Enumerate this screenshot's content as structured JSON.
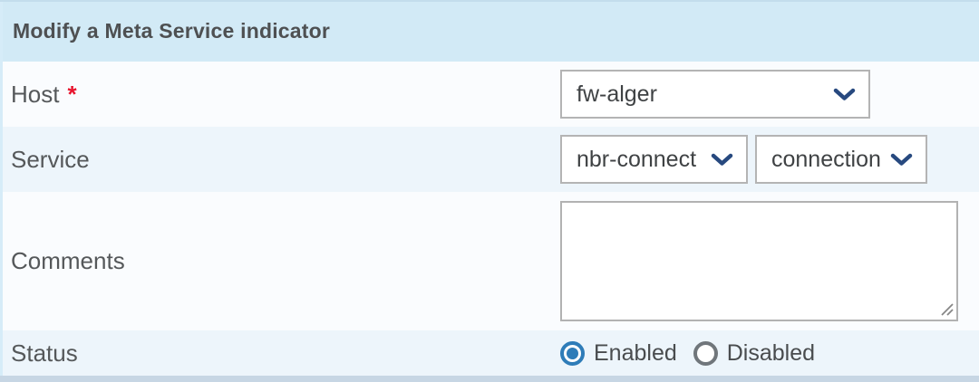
{
  "header": {
    "title": "Modify a Meta Service indicator"
  },
  "form": {
    "host": {
      "label": "Host",
      "required_marker": "*",
      "value": "fw-alger"
    },
    "service": {
      "label": "Service",
      "service_value": "nbr-connect",
      "metric_value": "connection ()"
    },
    "comments": {
      "label": "Comments",
      "value": "",
      "placeholder": ""
    },
    "status": {
      "label": "Status",
      "selected": "Enabled",
      "options": [
        {
          "label": "Enabled",
          "selected": true
        },
        {
          "label": "Disabled",
          "selected": false
        }
      ]
    }
  },
  "icons": {
    "select_chevron": "chevron-down",
    "textarea_resize": "resize-handle"
  },
  "colors": {
    "header_bg": "#d2eaf6",
    "row_light": "#fafcfe",
    "row_shaded": "#edf5fb",
    "bottom_border": "#c7d6e4",
    "accent_blue": "#2e7cb8",
    "chevron_navy": "#27497f",
    "required_red": "#e8142d",
    "field_border": "#b4b4b4"
  }
}
